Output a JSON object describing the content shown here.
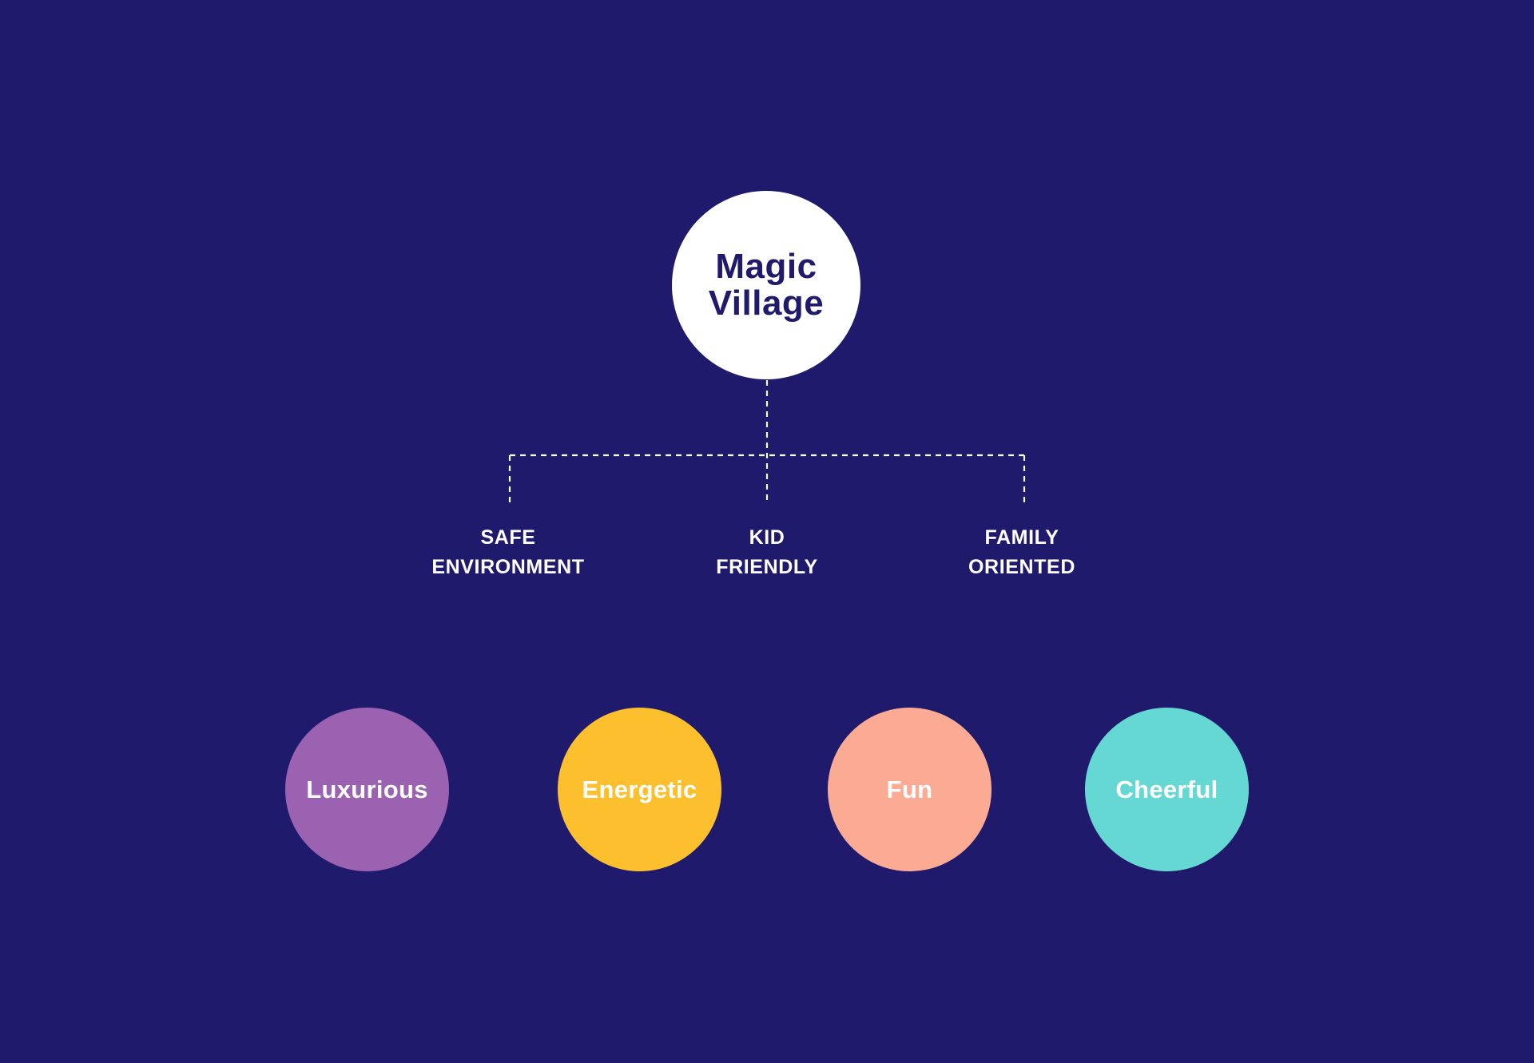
{
  "background_color": "#1f1a6c",
  "root": {
    "line1": "Magic",
    "line2": "Village",
    "fill_color": "#ffffff",
    "text_color": "#1f1a6c"
  },
  "connector_color": "#ffffff",
  "attributes": [
    {
      "line1": "SAFE",
      "line2": "ENVIRONMENT"
    },
    {
      "line1": "KID",
      "line2": "FRIENDLY"
    },
    {
      "line1": "FAMILY",
      "line2": "ORIENTED"
    }
  ],
  "traits": [
    {
      "label": "Luxurious",
      "color": "#9b62b1"
    },
    {
      "label": "Energetic",
      "color": "#fcbf2e"
    },
    {
      "label": "Fun",
      "color": "#fbab93"
    },
    {
      "label": "Cheerful",
      "color": "#66d8d4"
    }
  ]
}
